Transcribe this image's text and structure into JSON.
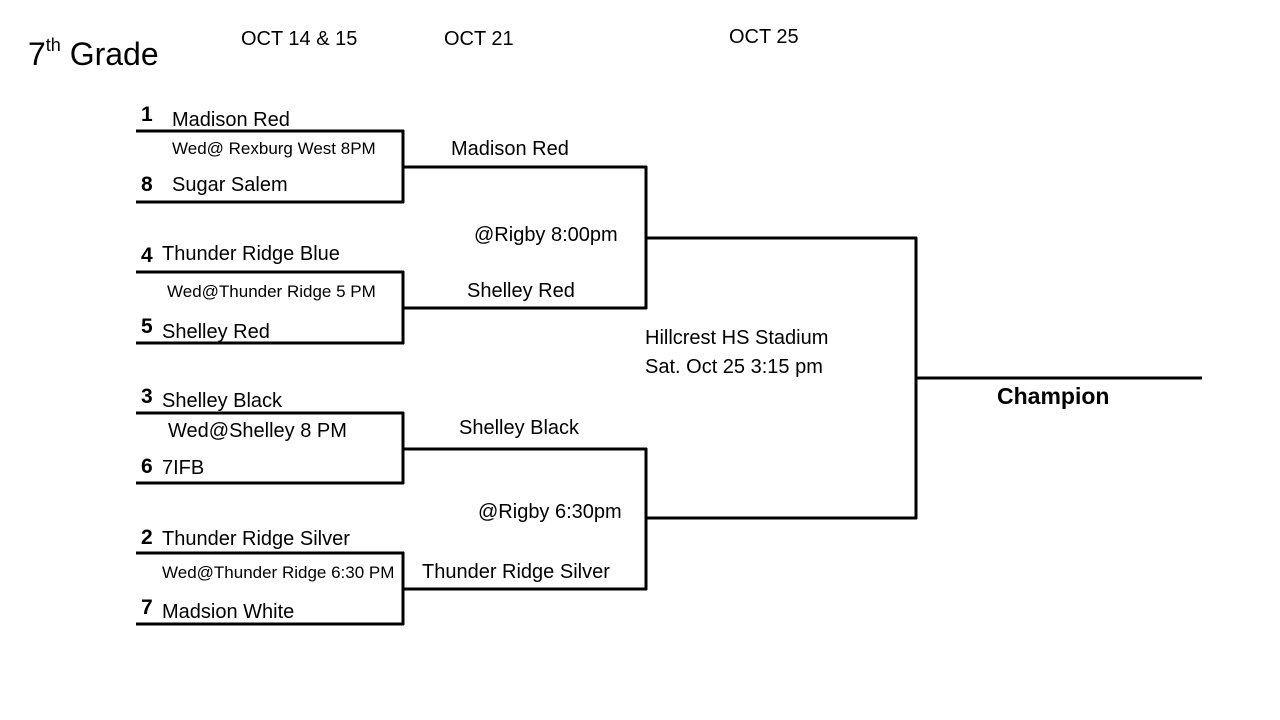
{
  "title": {
    "main": "7",
    "sup": "th",
    "rest": " Grade"
  },
  "dates": {
    "round1": "OCT 14 & 15",
    "round2": "OCT 21",
    "final": "OCT 25"
  },
  "round1": [
    {
      "top_seed": "1",
      "top_team": "Madison Red",
      "venue": "Wed@ Rexburg West 8PM",
      "bottom_seed": "8",
      "bottom_team": "Sugar Salem"
    },
    {
      "top_seed": "4",
      "top_team": "Thunder Ridge Blue",
      "venue": "Wed@Thunder Ridge 5 PM",
      "bottom_seed": "5",
      "bottom_team": "Shelley Red"
    },
    {
      "top_seed": "3",
      "top_team": "Shelley Black",
      "venue": "Wed@Shelley 8 PM",
      "bottom_seed": "6",
      "bottom_team": "7IFB"
    },
    {
      "top_seed": "2",
      "top_team": "Thunder Ridge Silver",
      "venue": "Wed@Thunder Ridge 6:30 PM",
      "bottom_seed": "7",
      "bottom_team": "Madsion White"
    }
  ],
  "round2": [
    {
      "top_team": "Madison Red",
      "venue": "@Rigby 8:00pm",
      "bottom_team": "Shelley Red"
    },
    {
      "top_team": "Shelley Black",
      "venue": "@Rigby 6:30pm",
      "bottom_team": "Thunder Ridge Silver"
    }
  ],
  "final": {
    "venue_line1": "Hillcrest HS Stadium",
    "venue_line2": "Sat. Oct 25 3:15 pm"
  },
  "champion_label": "Champion"
}
